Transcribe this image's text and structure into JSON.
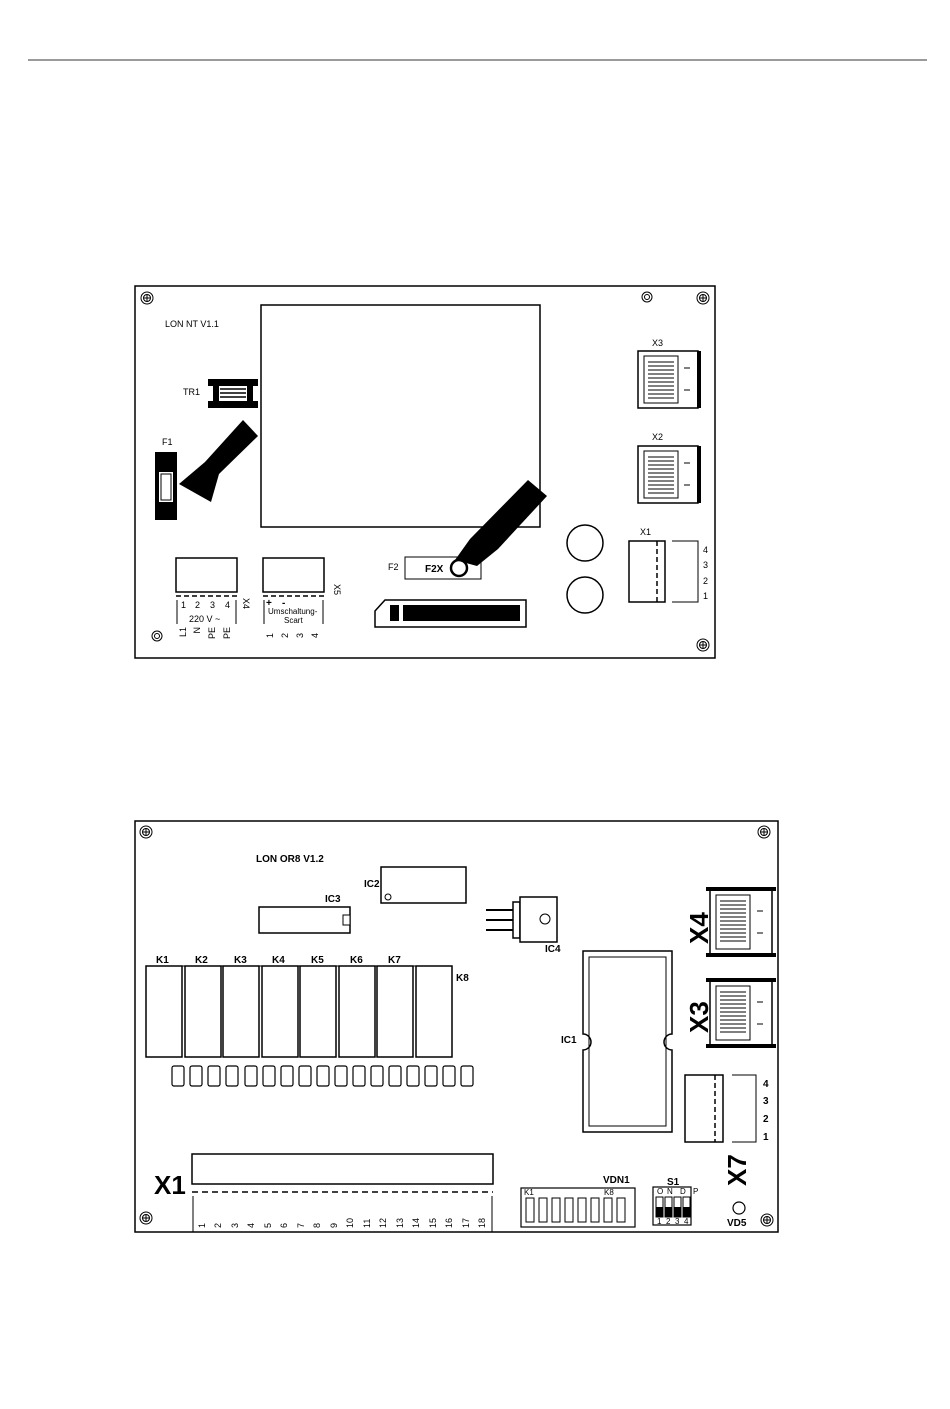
{
  "board1": {
    "title": "LON NT V1.1",
    "tr1": "TR1",
    "f1": "F1",
    "f2": "F2",
    "f2x": "F2X",
    "x1": "X1",
    "x2": "X2",
    "x3": "X3",
    "x4": "X4",
    "x5": "X5",
    "x1_pins": [
      "4",
      "3",
      "2",
      "1"
    ],
    "x4_pins": [
      "1",
      "2",
      "3",
      "4"
    ],
    "x4_label": "220 V ~",
    "x4_signals": [
      "L1",
      "N",
      "PE",
      "PE"
    ],
    "x5_polarity": [
      "+",
      "-"
    ],
    "x5_label_1": "Umschaltung-",
    "x5_label_2": "Scart",
    "x5_pins": [
      "1",
      "2",
      "3",
      "4"
    ]
  },
  "board2": {
    "title": "LON OR8 V1.2",
    "ic1": "IC1",
    "ic2": "IC2",
    "ic3": "IC3",
    "ic4": "IC4",
    "relays": [
      "K1",
      "K2",
      "K3",
      "K4",
      "K5",
      "K6",
      "K7",
      "K8"
    ],
    "x1": "X1",
    "x3": "X3",
    "x4": "X4",
    "x7": "X7",
    "x7_pins": [
      "4",
      "3",
      "2",
      "1"
    ],
    "x1_pins": [
      "1",
      "2",
      "3",
      "4",
      "5",
      "6",
      "7",
      "8",
      "9",
      "10",
      "11",
      "12",
      "13",
      "14",
      "15",
      "16",
      "17",
      "18"
    ],
    "vdn1": "VDN1",
    "vdn1_k1": "K1",
    "vdn1_k8": "K8",
    "s1": "S1",
    "s1_on": "O",
    "s1_n": "N",
    "s1_d": "D",
    "s1_p": "P",
    "s1_pins": [
      "1",
      "2",
      "3",
      "4"
    ],
    "vd5": "VD5"
  }
}
